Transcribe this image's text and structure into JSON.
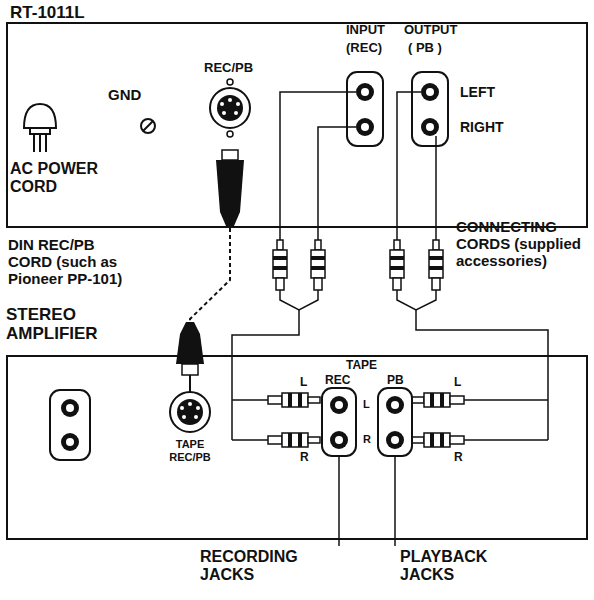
{
  "diagram": {
    "nodes": [
      {
        "text": [
          "RT-1011L"
        ]
      },
      {
        "text": [
          "STEREO AMPLIFIER"
        ]
      }
    ],
    "edges": [
      {
        "from": 0,
        "to": 1,
        "arrow": "none"
      }
    ],
    "labels": [
      "GND",
      "REC/PB",
      "AC POWER CORD",
      "INPUT",
      "OUTPUT",
      "(REC)",
      "( PB )",
      "LEFT",
      "RIGHT",
      "DIN REC/PB CORD (such as Pioneer PP-101)",
      "CONNECTING CORDS (supplied accessories)",
      "TAPE",
      "REC",
      "PB",
      "L",
      "R",
      "L",
      "R",
      "L",
      "R",
      "TAPE REC/PB",
      "RECORDING JACKS",
      "PLAYBACK JACKS"
    ]
  }
}
